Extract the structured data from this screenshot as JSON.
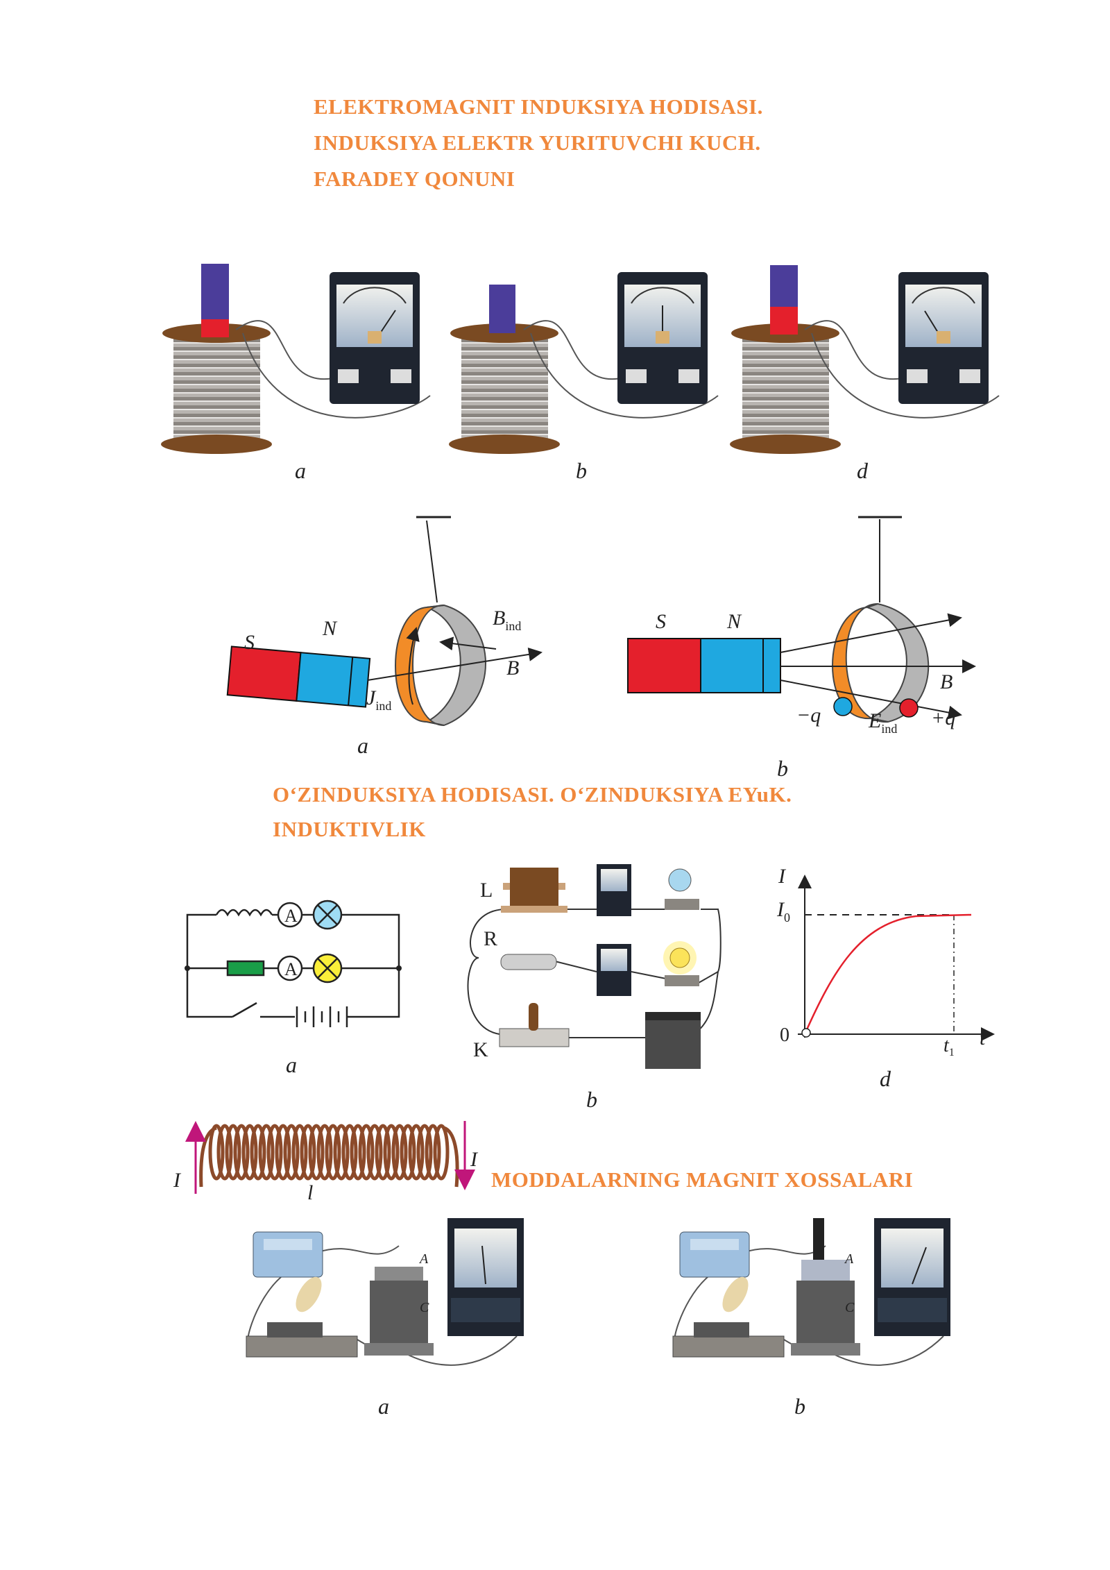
{
  "section1": {
    "title_lines": [
      "ELEKTROMAGNIT INDUKSIYA HODISASI.",
      "INDUKSIYA ELEKTR YURITUVCHI KUCH.",
      "FARADEY QONUNI"
    ],
    "captions": [
      "a",
      "b",
      "d"
    ]
  },
  "fig_ring": {
    "a": {
      "s_label": "S",
      "n_label": "N",
      "b_ind_label": "B",
      "b_ind_sub": "ind",
      "b_label": "B",
      "j_label": "J",
      "j_sub": "ind",
      "caption": "a"
    },
    "b": {
      "s_label": "S",
      "n_label": "N",
      "b_label": "B",
      "minus_q": "−q",
      "plus_q": "+q",
      "e_label": "E",
      "e_sub": "ind",
      "caption": "b"
    }
  },
  "section2": {
    "title_lines": [
      "O‘ZINDUKSIYA HODISASI. O‘ZINDUKSIYA EYuK.",
      "INDUKTIVLIK"
    ],
    "circuit_a": {
      "ammeter_label": "A",
      "caption": "a"
    },
    "circuit_b": {
      "l_label": "L",
      "r_label": "R",
      "k_label": "K",
      "caption": "b"
    },
    "graph_d": {
      "y_axis": "I",
      "i0": "I",
      "i0_sub": "0",
      "x_axis": "t",
      "origin": "0",
      "t1": "t",
      "t1_sub": "1",
      "caption": "d"
    }
  },
  "coil": {
    "i_left": "I",
    "i_right": "I",
    "l_label": "l"
  },
  "section3": {
    "title": "MODDALARNING MAGNIT XOSSALARI",
    "labels": {
      "a": "A",
      "c": "C"
    },
    "captions": [
      "a",
      "b"
    ]
  },
  "colors": {
    "title": "#f0883c",
    "orange": "#f28c28",
    "red": "#e4202c",
    "blue": "#1fa8e0",
    "magnet_top": "#4b3d9a"
  }
}
